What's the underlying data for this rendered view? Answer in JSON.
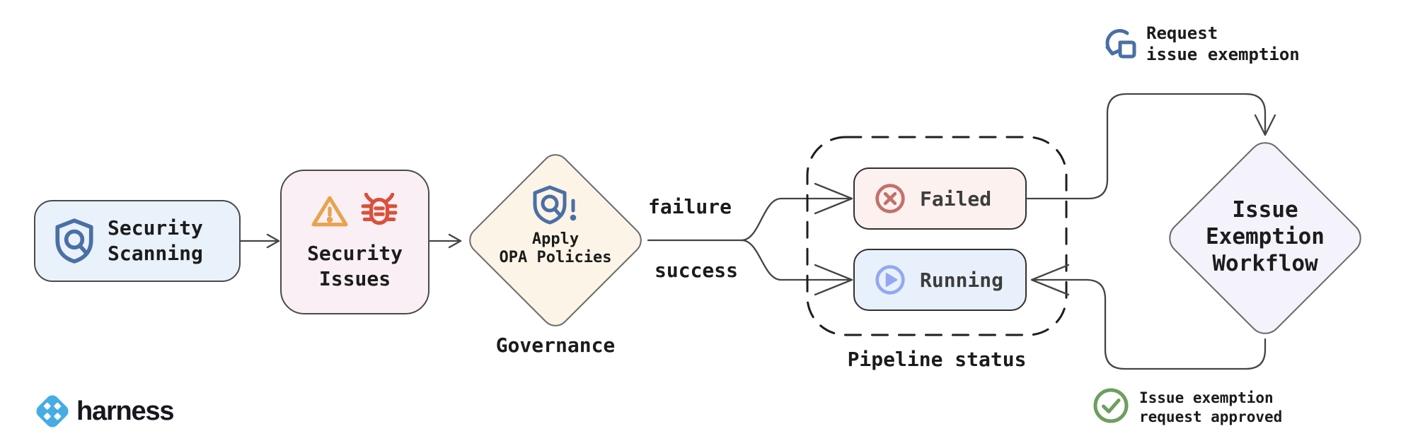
{
  "brand": {
    "name": "harness"
  },
  "nodes": {
    "security_scanning": {
      "label": "Security\nScanning",
      "icon": "shield-search-icon"
    },
    "security_issues": {
      "label": "Security\nIssues",
      "icons": [
        "warning-triangle-icon",
        "bug-icon"
      ]
    },
    "governance": {
      "label": "Apply\nOPA Policies",
      "caption": "Governance",
      "icon": "shield-alert-icon"
    },
    "failed": {
      "label": "Failed",
      "icon": "circle-x-icon"
    },
    "running": {
      "label": "Running",
      "icon": "circle-play-icon"
    },
    "pipeline_status": {
      "caption": "Pipeline status"
    },
    "issue_exemption": {
      "label": "Issue\nExemption\nWorkflow"
    }
  },
  "edges": {
    "failure_label": "failure",
    "success_label": "success"
  },
  "annotations": {
    "request_exemption": {
      "text": "Request\nissue exemption",
      "icon": "tap-gesture-icon"
    },
    "exemption_approved": {
      "text": "Issue exemption\nrequest approved",
      "icon": "check-circle-icon"
    }
  },
  "colors": {
    "scan_box_bg": "#e9f1fb",
    "issues_box_bg": "#faeff4",
    "governance_bg": "#fcf4e7",
    "exemption_bg": "#f4f2fb",
    "failed_bg": "#fcf1ee",
    "running_bg": "#e8f1fb",
    "shield_blue": "#4a6fa5",
    "warning_orange": "#e6a44e",
    "bug_red": "#d9503c",
    "failed_red": "#c4706b",
    "running_blue": "#92a9f0",
    "check_green": "#6f9e5f",
    "harness_blue": "#45ace4",
    "edge_stroke": "#444444"
  }
}
